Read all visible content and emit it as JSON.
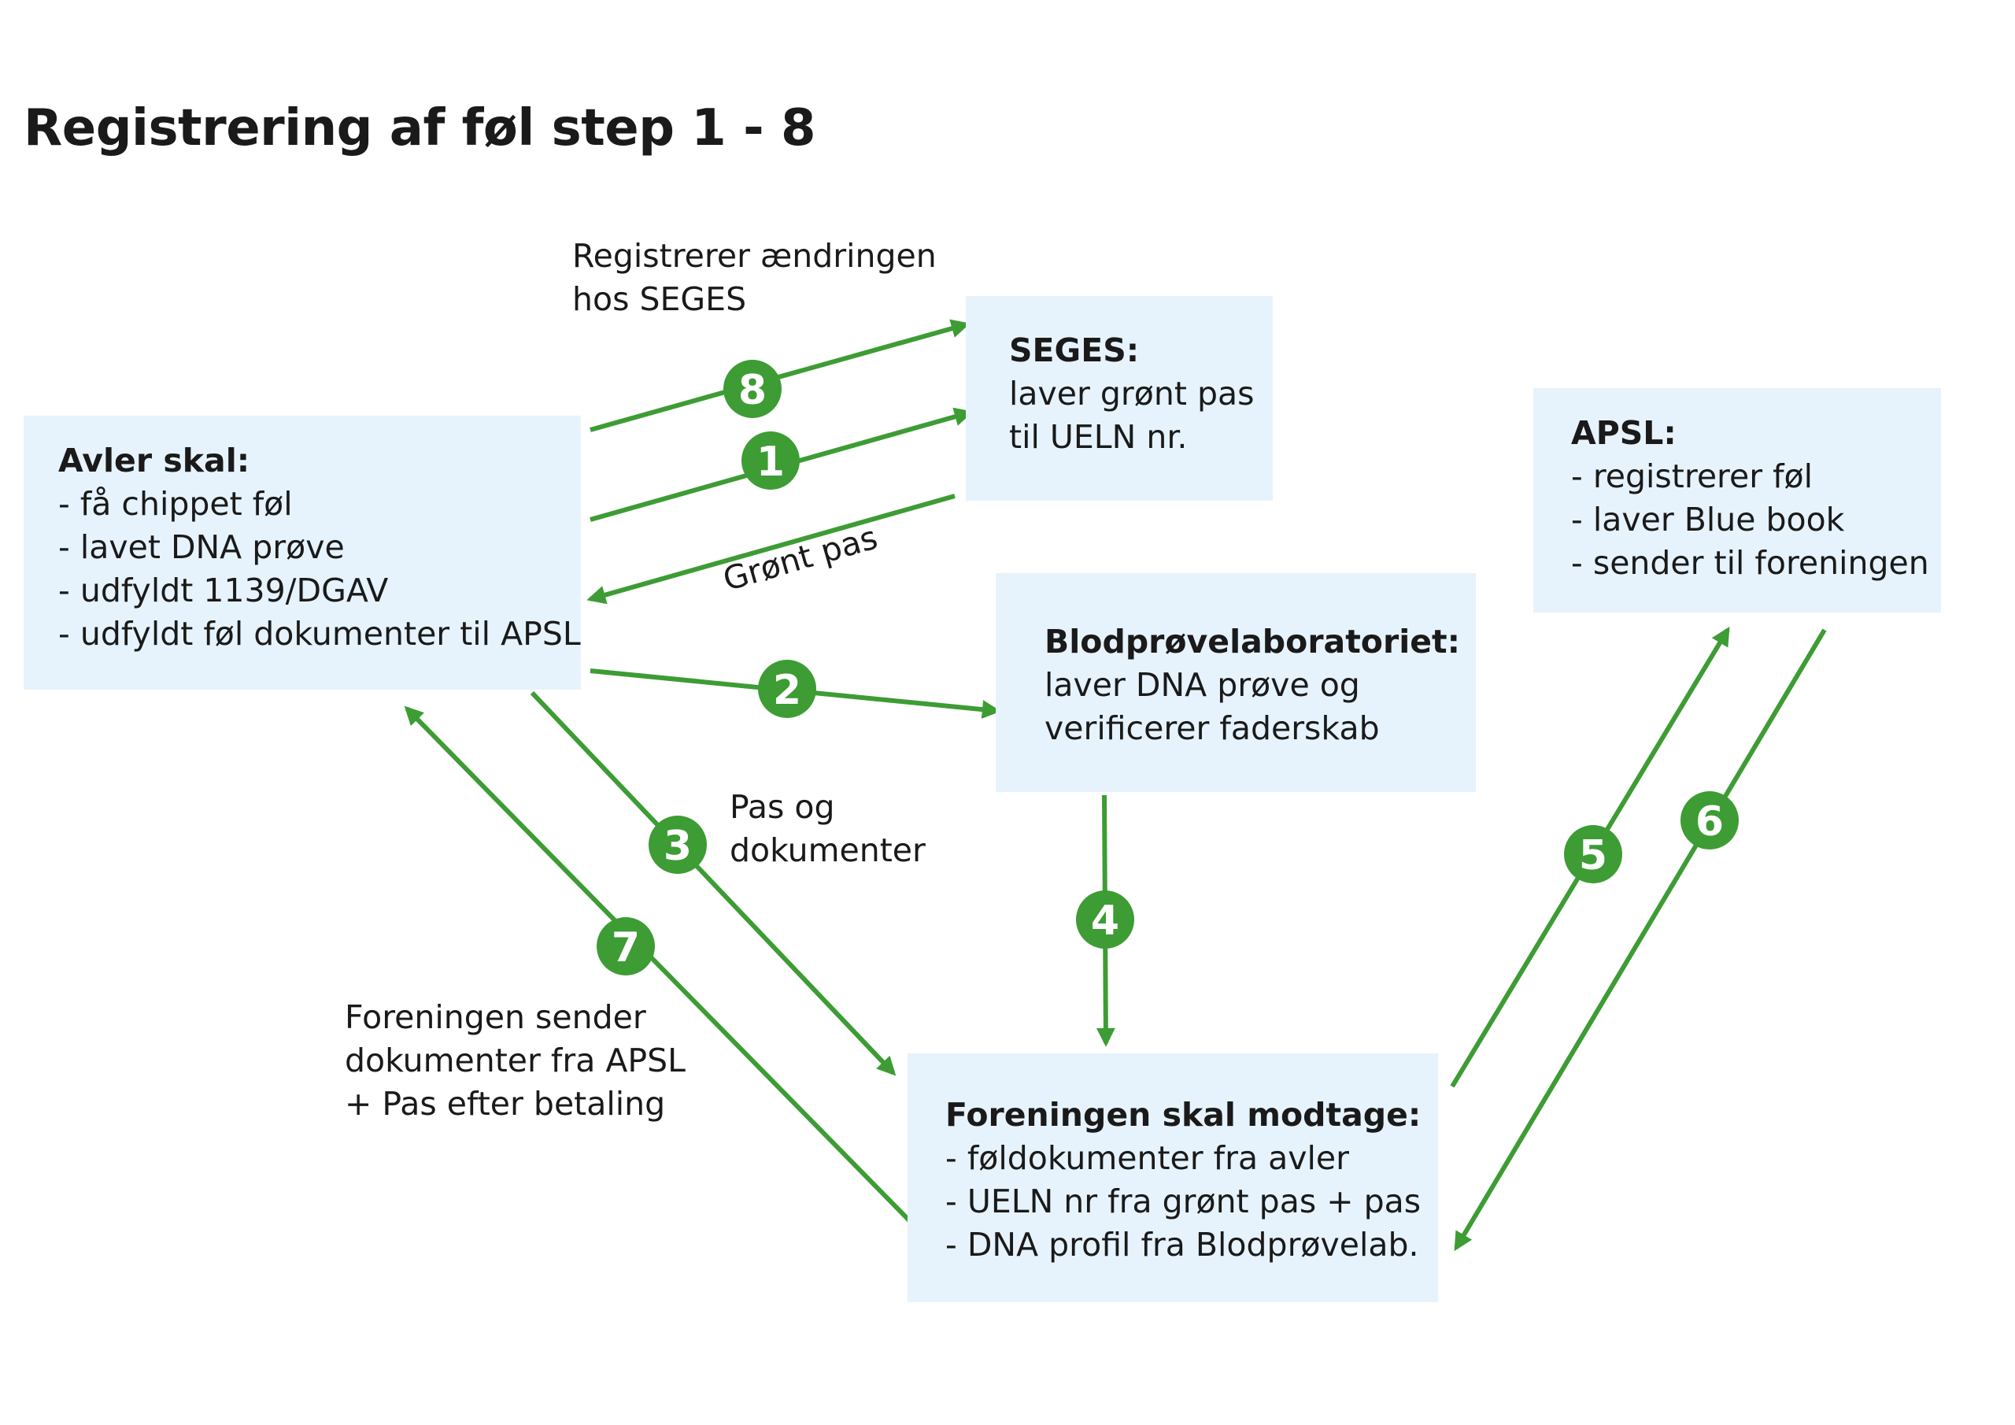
{
  "title": "Registrering af føl step 1 - 8",
  "colors": {
    "arrow": "#3d9c34",
    "box_fill": "#e6f3fc",
    "badge_text": "#ffffff"
  },
  "boxes": {
    "avler": {
      "title": "Avler skal:",
      "lines": [
        "- få chippet føl",
        "- lavet DNA prøve",
        "- udfyldt 1139/DGAV",
        "- udfyldt føl dokumenter til APSL"
      ]
    },
    "seges": {
      "title": "SEGES:",
      "lines": [
        "laver grønt pas",
        "til UELN nr."
      ]
    },
    "apsl": {
      "title": "APSL:",
      "lines": [
        "- registrerer føl",
        "- laver Blue book",
        "- sender til foreningen"
      ]
    },
    "blod": {
      "title": "Blodprøvelaboratoriet:",
      "lines": [
        "laver DNA prøve og",
        "verificerer faderskab"
      ]
    },
    "forening": {
      "title": "Foreningen skal modtage:",
      "lines": [
        "- føldokumenter fra avler",
        "- UELN nr fra grønt pas + pas",
        "- DNA profil fra Blodprøvelab."
      ]
    }
  },
  "labels": {
    "step8": [
      "Registrerer ændringen",
      "hos SEGES"
    ],
    "gront_pas": "Grønt pas",
    "step3": [
      "Pas og",
      "dokumenter"
    ],
    "step7": [
      "Foreningen sender",
      "dokumenter fra APSL",
      "+ Pas efter betaling"
    ]
  },
  "steps": [
    "1",
    "2",
    "3",
    "4",
    "5",
    "6",
    "7",
    "8"
  ]
}
